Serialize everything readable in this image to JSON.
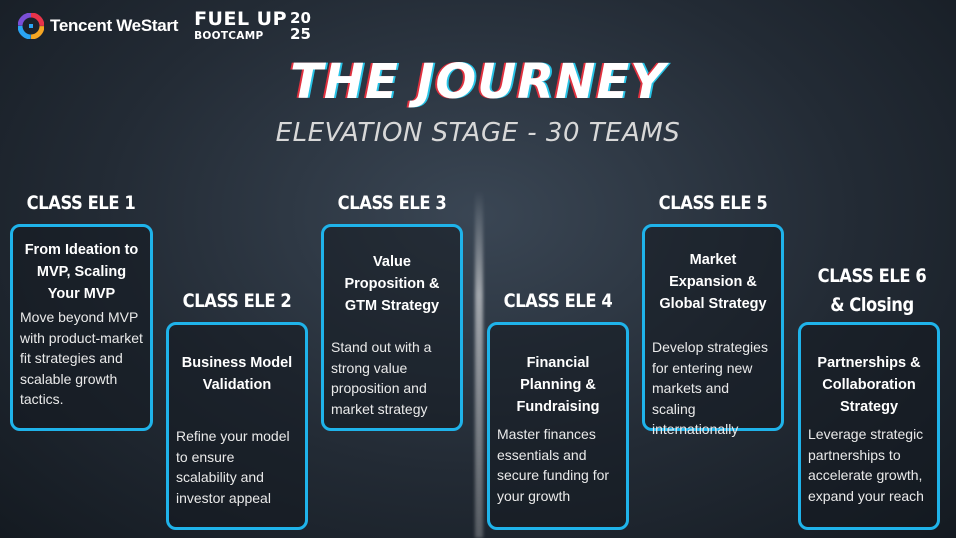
{
  "brand": {
    "tencent": "Tencent WeStart",
    "fuel_up": "FUEL UP",
    "bootcamp": "BOOTCAMP",
    "year_top": "20",
    "year_bottom": "25"
  },
  "title": "THE JOURNEY",
  "subtitle": "ELEVATION STAGE - 30 TEAMS",
  "classes": [
    {
      "heading": "CLASS ELE 1",
      "title": "From Ideation to MVP, Scaling Your MVP",
      "body": "Move beyond MVP with product-market fit strategies and scalable growth tactics."
    },
    {
      "heading": "CLASS ELE 2",
      "title": "Business Model Validation",
      "body": "Refine your model to ensure scalability and investor appeal"
    },
    {
      "heading": "CLASS ELE 3",
      "title": "Value Proposition & GTM Strategy",
      "body": "Stand out with a strong value proposition and market strategy"
    },
    {
      "heading": "CLASS ELE 4",
      "title": "Financial Planning & Fundraising",
      "body": "Master finances essentials and secure funding for your growth"
    },
    {
      "heading": "CLASS ELE 5",
      "title": "Market Expansion & Global Strategy",
      "body": "Develop strategies for entering new markets and scaling internationally"
    },
    {
      "heading": "CLASS ELE 6 & Closing",
      "title": "Partnerships & Collaboration Strategy",
      "body": "Leverage strategic partnerships to accelerate growth, expand your reach"
    }
  ],
  "colors": {
    "card_border": "#1fb3ea",
    "title_shadow_left": "#e0313f",
    "title_shadow_right": "#28c3e6"
  }
}
